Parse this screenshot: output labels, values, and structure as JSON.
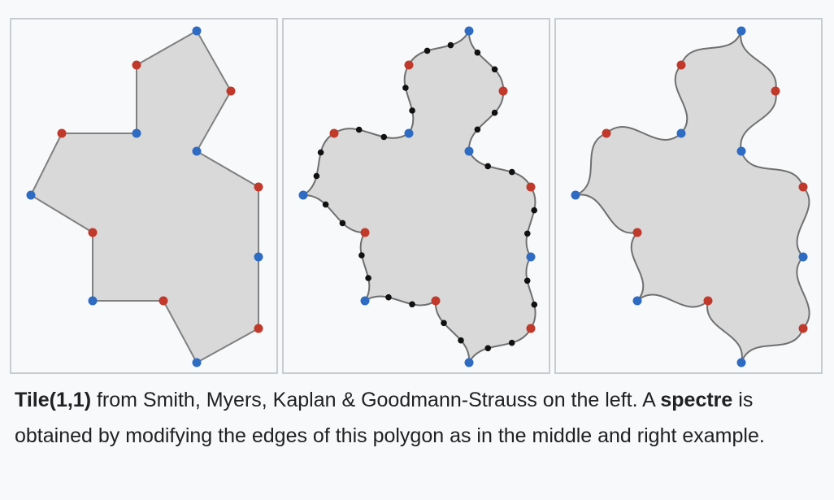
{
  "colors": {
    "page_background": "#f8f9fa",
    "panel_border": "#c8ccd1",
    "tile_fill": "#d9d9d9",
    "tile_stroke": "#808080",
    "vertex_red": "#c0392b",
    "vertex_blue": "#2e6bc2",
    "control_black": "#111111"
  },
  "caption": {
    "bold_1": "Tile(1,1)",
    "text_1": " from Smith, Myers, Kaplan & Goodmann-Strauss on the left. A ",
    "bold_2": "spectre",
    "text_2": " is obtained by modifying the edges of this polygon as in the middle and right example."
  }
}
